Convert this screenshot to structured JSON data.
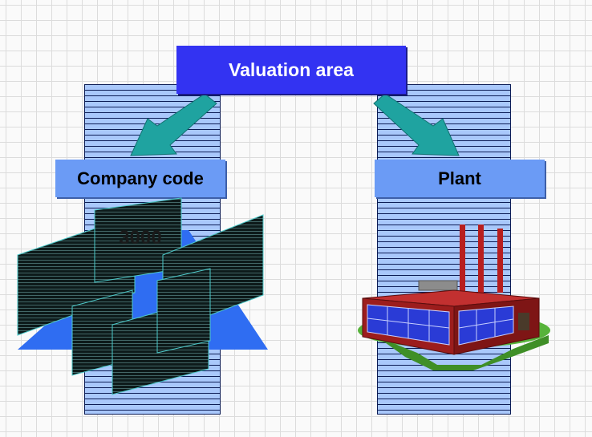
{
  "diagram": {
    "valuation_area_label": "Valuation area",
    "company_code_label": "Company code",
    "plant_label": "Plant",
    "company_code_value": "3000"
  },
  "icons": {
    "company_graphic": "company-buildings-icon",
    "plant_graphic": "factory-icon",
    "arrows": "down-arrow-icon"
  },
  "colors": {
    "valuation_box": "#3333f2",
    "level_box": "#6b9bf5",
    "pillar": "#a9c8fb",
    "arrow": "#1fa3a0",
    "company_triangle": "#2f6df2",
    "factory_wall": "#9c1d1d",
    "factory_windows": "#2a3bd6",
    "ground": "#57b33a"
  }
}
